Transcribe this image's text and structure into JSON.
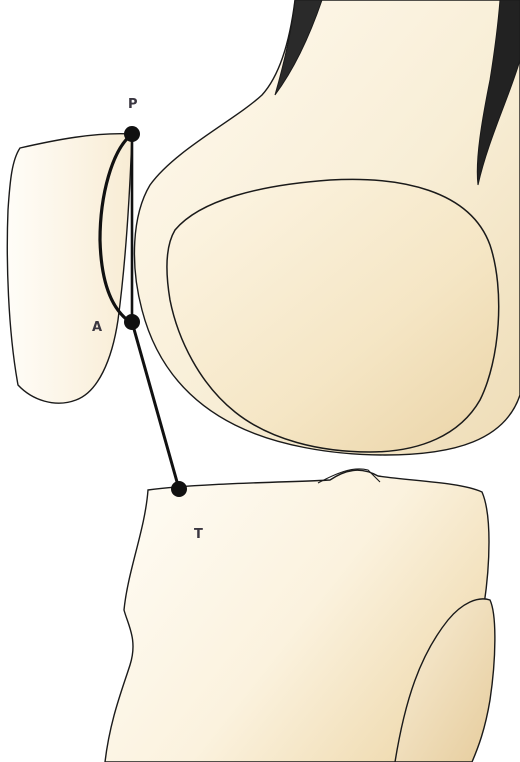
{
  "labels": {
    "p": "P",
    "a": "A",
    "t": "T"
  },
  "colors": {
    "bone_light": "#fdf8ec",
    "bone_mid": "#f7ecd2",
    "bone_shadow": "#e8d3aa",
    "outline": "#1a1a1a",
    "cortex": "#222222",
    "marker": "#111111",
    "label": "#3a3640"
  }
}
